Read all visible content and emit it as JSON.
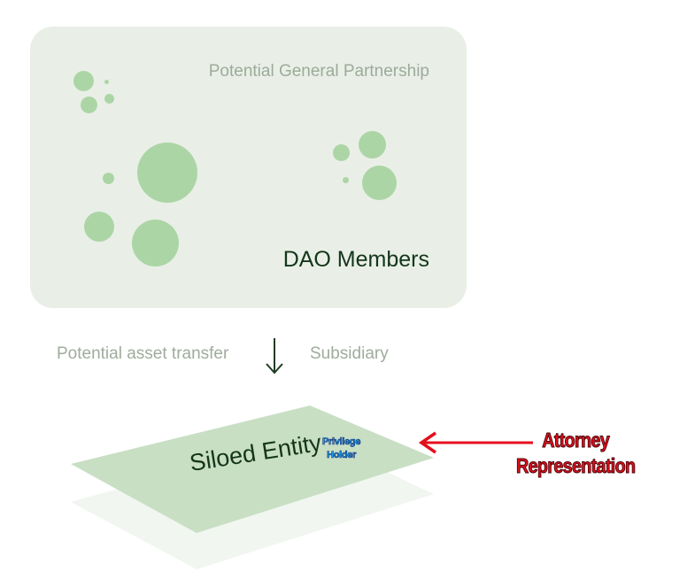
{
  "partnership": {
    "label": "Potential General Partnership",
    "members_label": "DAO Members"
  },
  "flow": {
    "left_label": "Potential asset transfer",
    "right_label": "Subsidiary"
  },
  "entity": {
    "label": "Siloed Entity",
    "privilege_line1": "Privilege",
    "privilege_line2": "Holder"
  },
  "attorney": {
    "line1": "Attorney",
    "line2": "Representation"
  },
  "colors": {
    "panel": "#e9efe7",
    "dots": "#acd5a6",
    "slab": "#c8dfc4",
    "annotation_red": "#e3101d",
    "annotation_blue": "#1da3e4"
  }
}
